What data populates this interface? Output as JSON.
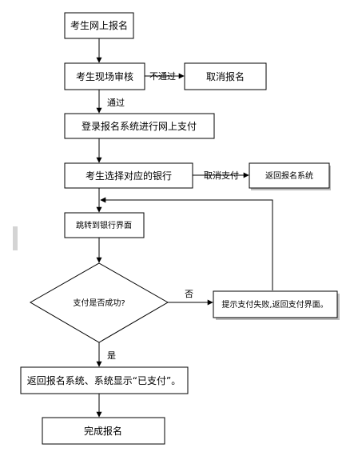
{
  "nodes": {
    "online_register": "考生网上报名",
    "onsite_review": "考生现场审核",
    "cancel_register": "取消报名",
    "login_pay": "登录报名系统进行网上支付",
    "choose_bank": "考生选择对应的银行",
    "return_system": "返回报名系统",
    "jump_bank": "跳转到银行界面",
    "pay_success_q": "支付是否成功?",
    "fail_notice": "提示支付失败,返回支付界面。",
    "return_paid": "返回报名系统、系统显示“已支付”。",
    "complete": "完成报名"
  },
  "edges": {
    "not_pass": "不通过",
    "pass": "通过",
    "cancel_pay": "取消支付",
    "no": "否",
    "yes": "是"
  },
  "colors": {
    "line": "#000000",
    "shadow": "#bdbdbd",
    "side_marker": "#d4d4d4"
  }
}
